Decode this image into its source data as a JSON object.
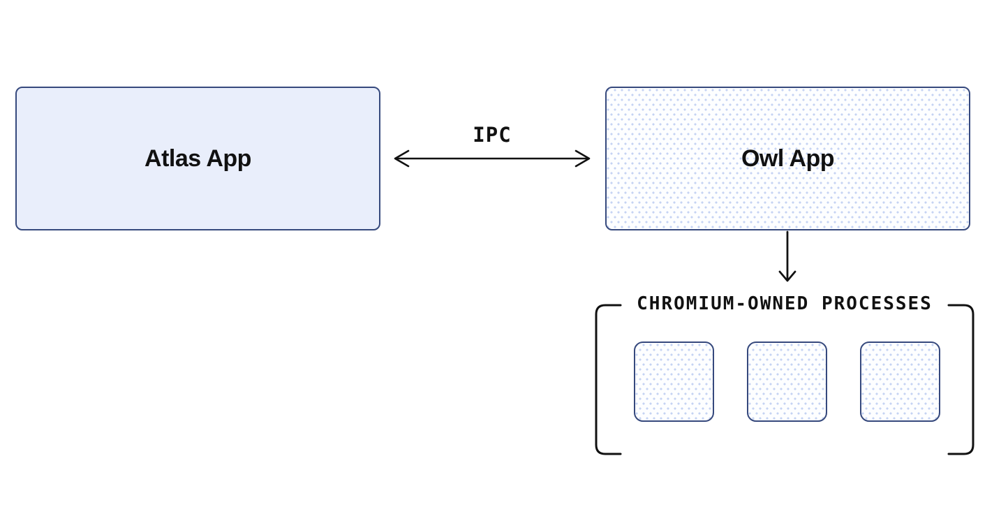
{
  "nodes": {
    "atlas": {
      "label": "Atlas App"
    },
    "owl": {
      "label": "Owl App"
    }
  },
  "edges": {
    "ipc": {
      "label": "IPC",
      "type": "bidirectional"
    },
    "spawn": {
      "type": "down-arrow",
      "from": "owl",
      "to": "process_group"
    }
  },
  "process_group": {
    "label": "CHROMIUM-OWNED PROCESSES",
    "count": 3
  },
  "colors": {
    "border": "#36497D",
    "atlas_fill": "#E9EEFB",
    "dot": "#C5D3F3",
    "ink": "#111111",
    "bg": "#FFFFFF"
  }
}
